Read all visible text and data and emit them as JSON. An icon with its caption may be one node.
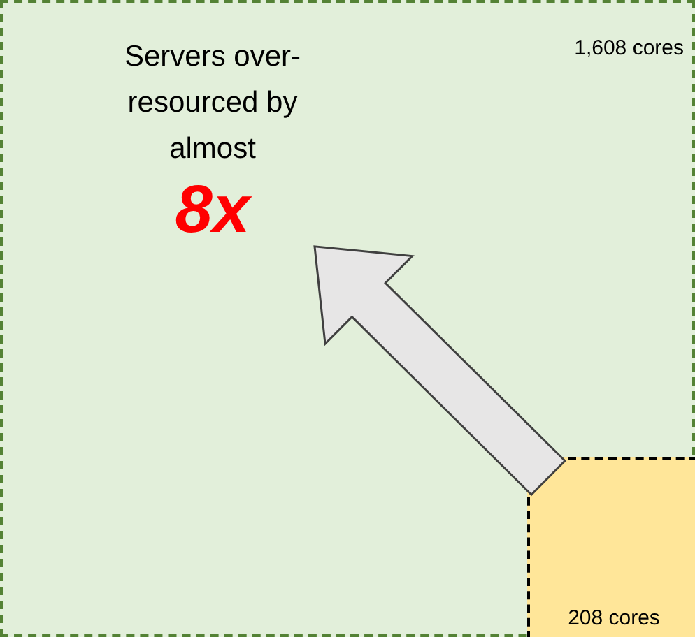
{
  "diagram": {
    "nodes": [
      {
        "text": [
          "1,608 cores"
        ]
      },
      {
        "text": [
          "208 cores"
        ],
        "in": 0
      },
      {
        "text": [
          "Servers over-resourced by almost",
          "8x"
        ],
        "in": 0
      }
    ],
    "edges": [
      {
        "from": 1,
        "to": 2,
        "arrow": "to",
        "style": "thick"
      }
    ]
  }
}
